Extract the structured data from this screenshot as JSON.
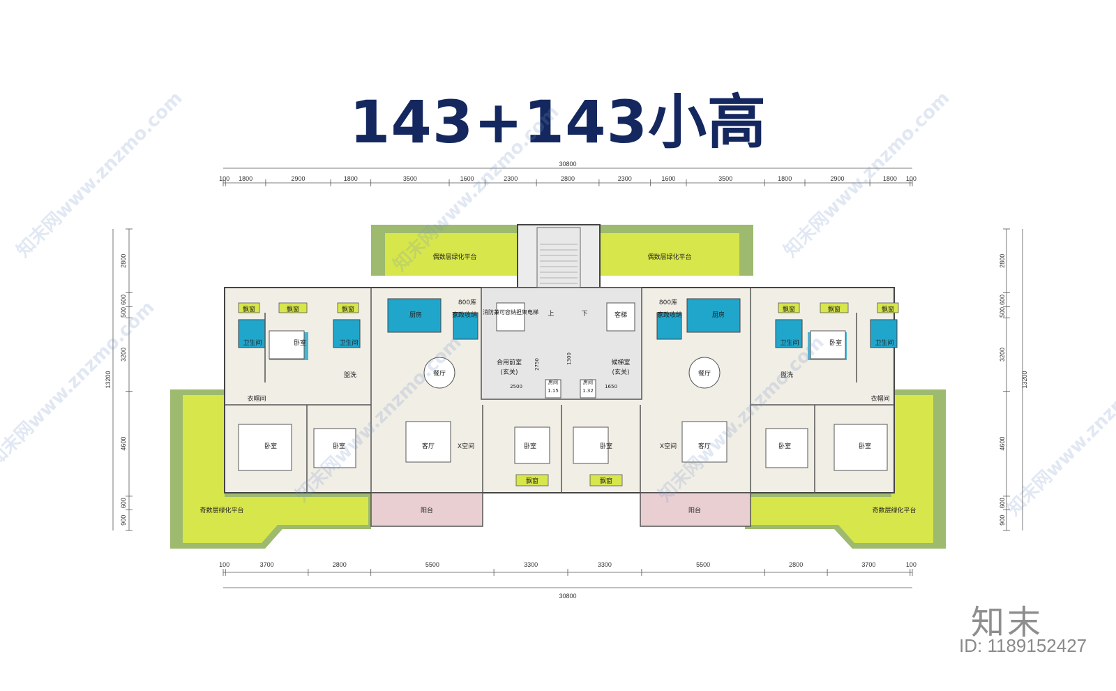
{
  "title": "143+143小高",
  "top_total": "30800",
  "top_dims": [
    "100",
    "1800",
    "2900",
    "1800",
    "3500",
    "1600",
    "2300",
    "2800",
    "2300",
    "1600",
    "3500",
    "1800",
    "2900",
    "1800",
    "100"
  ],
  "bottom_total": "30800",
  "bottom_dims": [
    "100",
    "3700",
    "2800",
    "5500",
    "3300",
    "3300",
    "5500",
    "2800",
    "3700",
    "100"
  ],
  "left_dims": [
    "2800",
    "600",
    "500",
    "3200",
    "4600",
    "600",
    "900"
  ],
  "left_total": "13200",
  "right_dims": [
    "2800",
    "600",
    "500",
    "3200",
    "4600",
    "600",
    "900"
  ],
  "right_total": "13200",
  "labels": {
    "even_terrace": "偶数层绿化平台",
    "odd_terrace": "奇数层绿化平台",
    "bay_window": "飘窗",
    "bathroom": "卫生间",
    "bedroom": "卧室",
    "kitchen": "厨房",
    "storage": "800库",
    "housekeeping": "家政收纳",
    "fire_elevator": "消防兼可容纳担架电梯",
    "passenger_elevator": "客梯",
    "shared_front": "合用前室",
    "entry": "(玄关)",
    "waiting_room": "候梯室",
    "dining": "餐厅",
    "washing": "盥洗",
    "wardrobe": "衣帽间",
    "living": "客厅",
    "x_space": "X空间",
    "balcony": "阳台",
    "room": "房间",
    "up": "上",
    "down": "下",
    "d2500": "2500",
    "d2750": "2750",
    "d1300": "1300",
    "d1650": "1650",
    "area1": "1.15",
    "area2": "1.32"
  },
  "watermark": "知末网www.znzmo.com",
  "brand": "知末",
  "id_text": "ID: 1189152427"
}
